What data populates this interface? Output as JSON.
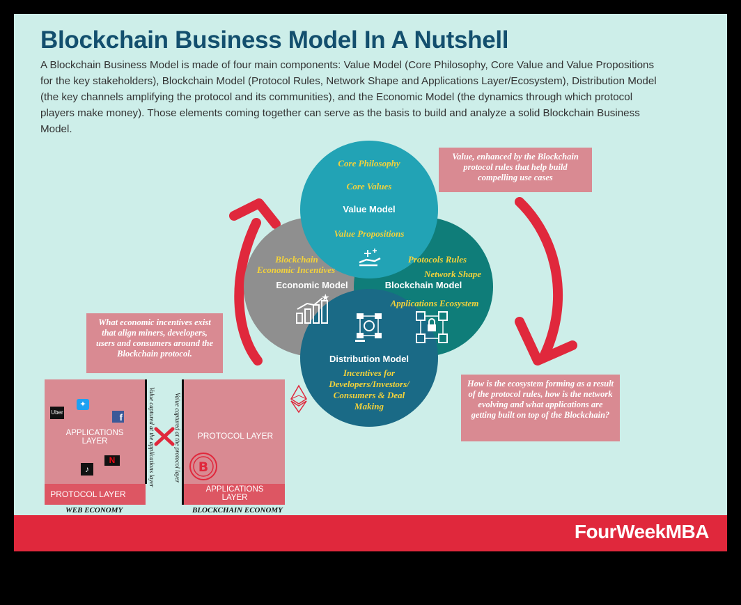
{
  "title": "Blockchain Business Model In A Nutshell",
  "intro": "A Blockchain Business Model is made of four main components: Value Model (Core Philosophy, Core Value and Value Propositions for the key stakeholders), Blockchain Model (Protocol Rules, Network Shape and Applications Layer/Ecosystem), Distribution Model (the key channels amplifying the protocol and its communities), and the Economic Model (the dynamics through which protocol players make money). Those elements coming together can serve as the basis to build and analyze a solid Blockchain Business Model.",
  "value_model": {
    "name": "Value Model",
    "items": [
      "Core Philosophy",
      "Core Values",
      "Value Propositions"
    ]
  },
  "economic_model": {
    "name": "Economic Model",
    "items": [
      "Blockchain",
      "Economic Incentives"
    ]
  },
  "blockchain_model": {
    "name": "Blockchain Model",
    "items": [
      "Protocols Rules",
      "Network Shape",
      "Applications Ecosystem"
    ]
  },
  "distribution_model": {
    "name": "Distribution Model",
    "items": [
      "Incentives for",
      "Developers/Investors/",
      "Consumers & Deal",
      "Making"
    ]
  },
  "notes": {
    "top_right": "Value, enhanced by the Blockchain protocol rules that help build compelling use cases",
    "left": "What economic incentives exist that align miners, developers, users and consumers around the Blockchain protocol.",
    "bottom_right": "How is the ecosystem forming as a result of the protocol rules, how is the network evolving and what applications are getting built on top of the Blockchain?"
  },
  "web_economy": {
    "top_label": "APPLICATIONS LAYER",
    "bottom_label": "PROTOCOL LAYER",
    "caption": "WEB ECONOMY",
    "side_text": "Value captured at the applications layer",
    "logos": [
      "Uber",
      "twitter-icon",
      "facebook-icon",
      "tiktok-icon",
      "netflix-icon"
    ]
  },
  "blockchain_economy": {
    "top_label": "PROTOCOL LAYER",
    "bottom_label": "APPLICATIONS LAYER",
    "caption": "BLOCKCHAIN ECONOMY",
    "side_text": "Value captured at the protocol layer"
  },
  "brand": "FourWeekMBA",
  "colors": {
    "background": "#cdeee9",
    "title": "#134f6e",
    "value_circle": "#22a3b5",
    "economic_circle": "#8f8f8f",
    "blockchain_circle": "#0f7d79",
    "distribution_circle": "#1a6a86",
    "accent_red": "#e0283c",
    "note_pink": "#d98a92",
    "label_yellow": "#f3d23b"
  }
}
